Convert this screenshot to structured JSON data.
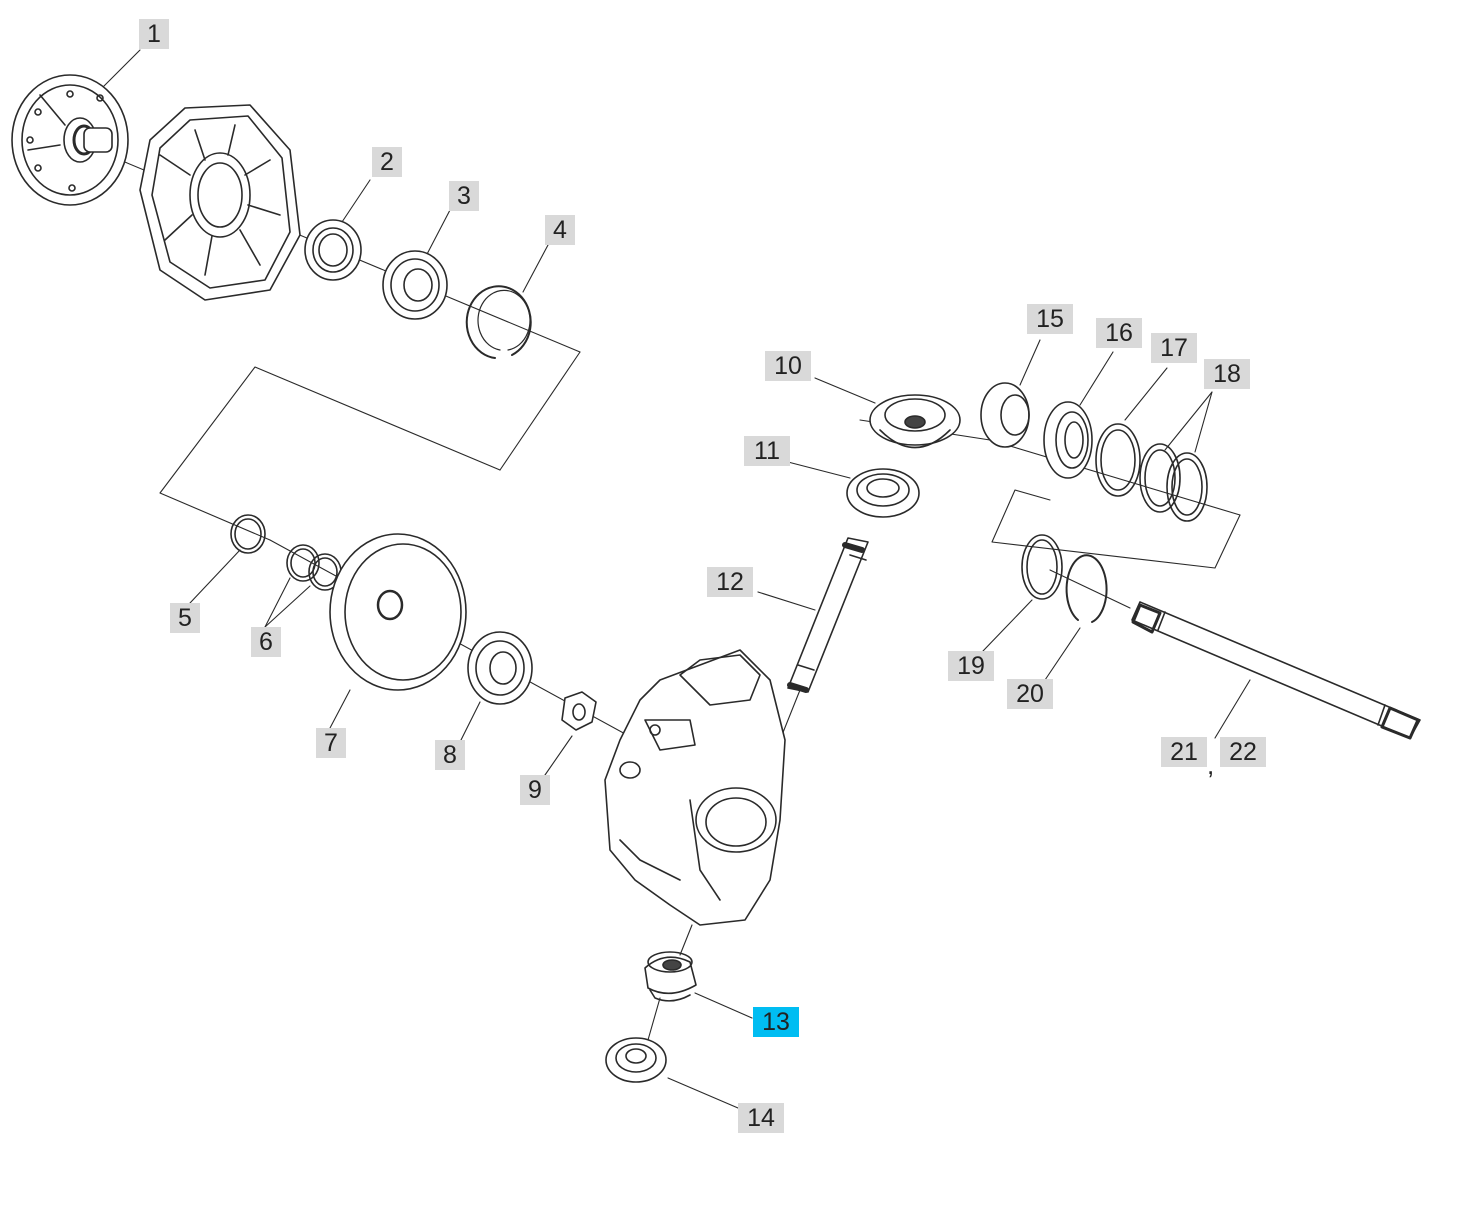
{
  "callouts": [
    {
      "id": "1",
      "label": "1"
    },
    {
      "id": "2",
      "label": "2"
    },
    {
      "id": "3",
      "label": "3"
    },
    {
      "id": "4",
      "label": "4"
    },
    {
      "id": "5",
      "label": "5"
    },
    {
      "id": "6",
      "label": "6"
    },
    {
      "id": "7",
      "label": "7"
    },
    {
      "id": "8",
      "label": "8"
    },
    {
      "id": "9",
      "label": "9"
    },
    {
      "id": "10",
      "label": "10"
    },
    {
      "id": "11",
      "label": "11"
    },
    {
      "id": "12",
      "label": "12"
    },
    {
      "id": "13",
      "label": "13",
      "selected": true
    },
    {
      "id": "14",
      "label": "14"
    },
    {
      "id": "15",
      "label": "15"
    },
    {
      "id": "16",
      "label": "16"
    },
    {
      "id": "17",
      "label": "17"
    },
    {
      "id": "18",
      "label": "18"
    },
    {
      "id": "19",
      "label": "19"
    },
    {
      "id": "20",
      "label": "20"
    },
    {
      "id": "21",
      "label": "21"
    },
    {
      "id": "22",
      "label": "22"
    }
  ],
  "separator": ",",
  "colors": {
    "callout_bg": "#d9d9d9",
    "callout_selected_bg": "#00bdf2",
    "line": "#333333"
  }
}
